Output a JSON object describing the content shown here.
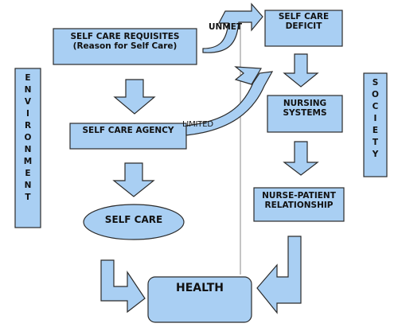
{
  "nodes": {
    "requisites_line1": "SELF CARE REQUISITES",
    "requisites_line2": "(Reason for Self Care)",
    "deficit_line1": "SELF CARE",
    "deficit_line2": "DEFICIT",
    "agency": "SELF CARE AGENCY",
    "nursing_line1": "NURSING",
    "nursing_line2": "SYSTEMS",
    "relationship_line1": "NURSE-PATIENT",
    "relationship_line2": "RELATIONSHIP",
    "self_care": "SELF CARE",
    "health": "HEALTH"
  },
  "labels": {
    "unmet": "UNMET",
    "limited": "LIMITED"
  },
  "sidebars": {
    "environment": "ENVIRONMENT",
    "society": "SOCIETY"
  },
  "colors": {
    "fill": "#a9cff3",
    "stroke": "#2b2b2b",
    "divider": "#8a8a8a"
  }
}
